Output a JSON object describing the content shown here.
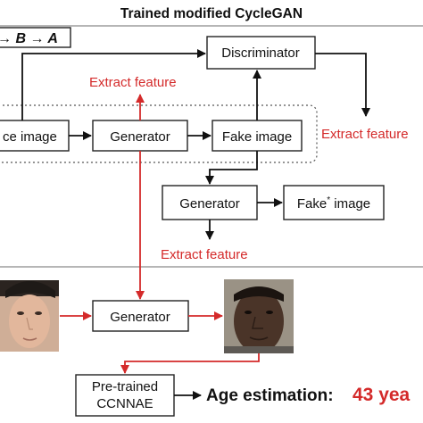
{
  "title": "Trained modified CycleGAN",
  "mapping": {
    "partial_left": "→ ",
    "b": "B",
    "arrow_mid": " → ",
    "a": "A"
  },
  "nodes": {
    "discriminator": "Discriminator",
    "source_image": "ce image",
    "generator_top": "Generator",
    "fake_image": "Fake image",
    "generator_mid": "Generator",
    "fake_star_prefix": "Fake",
    "fake_star_sup": "*",
    "fake_star_suffix": " image",
    "generator_bottom": "Generator",
    "pretrained_line1": "Pre-trained",
    "pretrained_line2": "CCNNAE"
  },
  "annotations": {
    "extract_feature_top": "Extract feature",
    "extract_feature_right": "Extract feature",
    "extract_feature_mid": "Extract feature"
  },
  "result": {
    "label": "Age estimation:",
    "value": "43 yea"
  },
  "colors": {
    "accent_red": "#d42a2a",
    "line_dark": "#222222",
    "divider": "#8a8a8a"
  }
}
